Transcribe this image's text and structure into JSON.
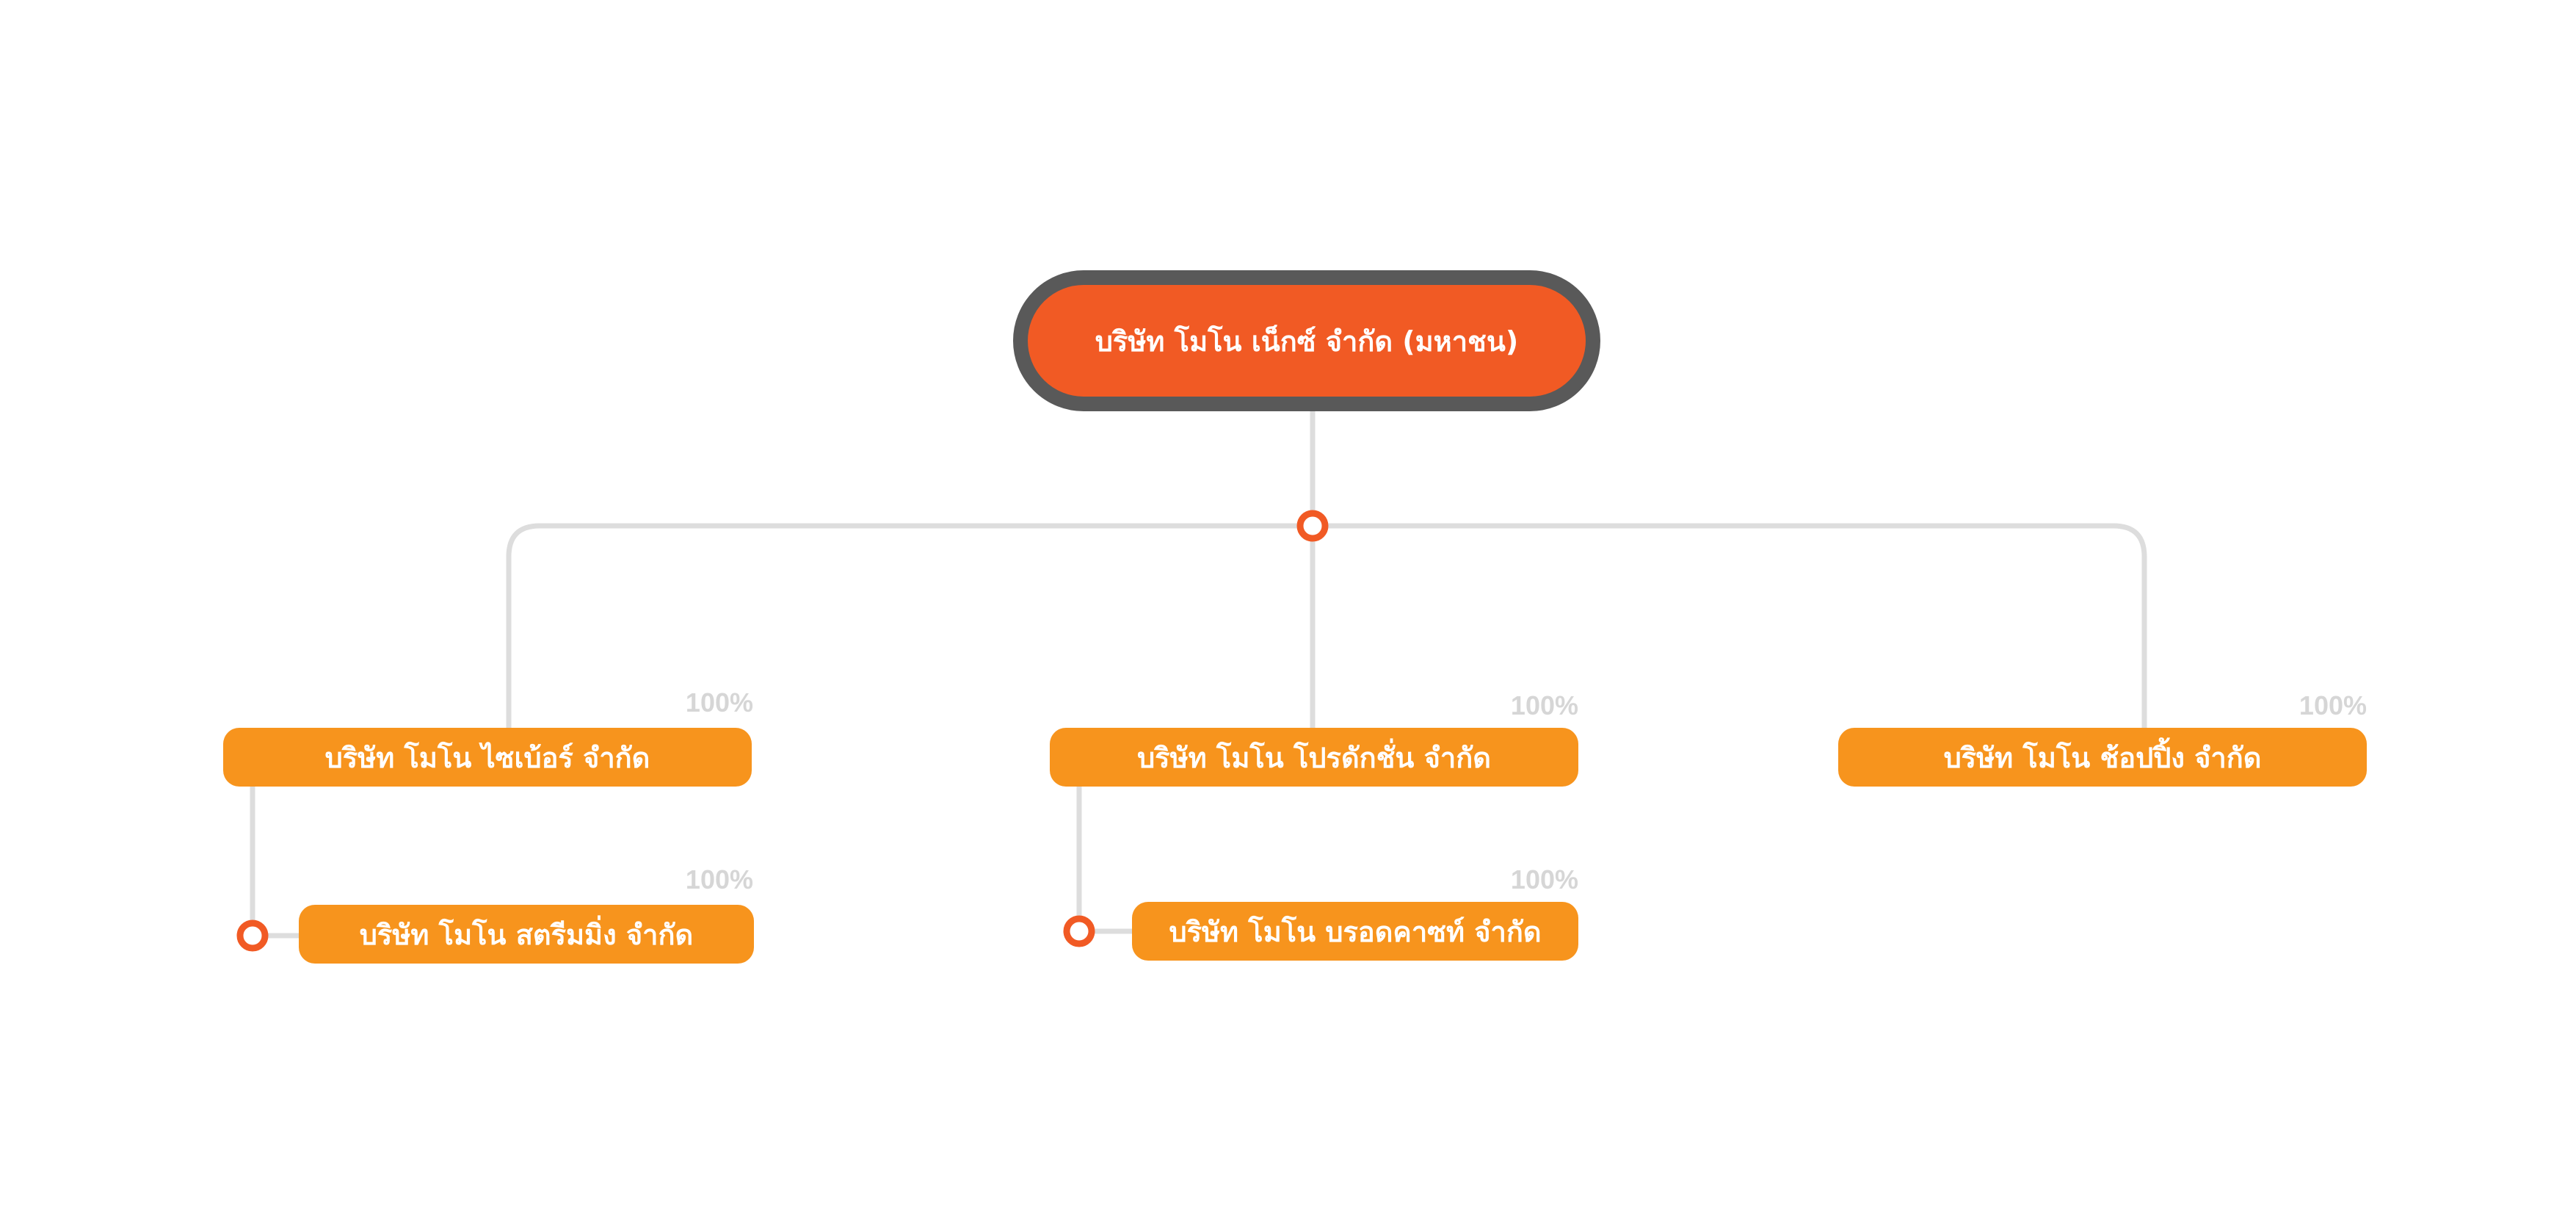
{
  "root": {
    "label": "บริษัท โมโน เน็กซ์ จำกัด (มหาชน)"
  },
  "children": [
    {
      "label": "บริษัท โมโน ไซเบ้อร์ จำกัด",
      "percent": "100%",
      "sub": {
        "label": "บริษัท โมโน สตรีมมิ่ง จำกัด",
        "percent": "100%"
      }
    },
    {
      "label": "บริษัท โมโน โปรดักชั่น จำกัด",
      "percent": "100%",
      "sub": {
        "label": "บริษัท โมโน บรอดคาซท์ จำกัด",
        "percent": "100%"
      }
    },
    {
      "label": "บริษัท โมโน ช้อปปิ้ง จำกัด",
      "percent": "100%"
    }
  ],
  "colors": {
    "root_fill": "#f15a24",
    "root_border": "#595959",
    "child_fill": "#f7941d",
    "connector": "#dddddd",
    "junction": "#f15a24",
    "percent_text": "#d6d6d6"
  }
}
